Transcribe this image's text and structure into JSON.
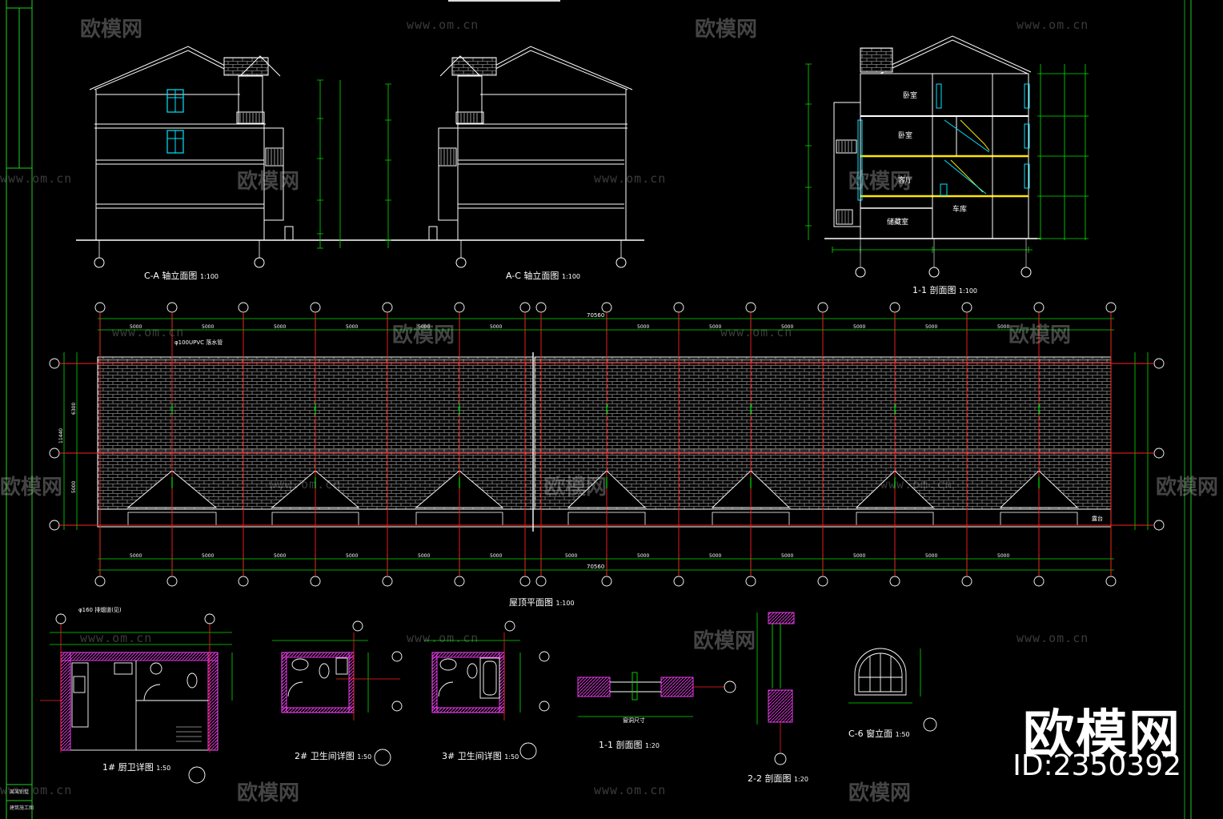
{
  "titles": {
    "elev_left": "C-A 轴立面图",
    "elev_left_scale": "1:100",
    "elev_right": "A-C 轴立面图",
    "elev_right_scale": "1:100",
    "section_1_1": "1-1 剖面图",
    "section_1_1_scale": "1:100",
    "roof_plan": "屋顶平面图",
    "roof_plan_scale": "1:100",
    "detail_kitchen": "1# 厨卫详图",
    "detail_kitchen_scale": "1:50",
    "detail_bath2": "2# 卫生间详图",
    "detail_bath2_scale": "1:50",
    "detail_bath3": "3# 卫生间详图",
    "detail_bath3_scale": "1:50",
    "window_section": "1-1 剖面图",
    "window_section_scale": "1:20",
    "section_2_2": "2-2 剖面图",
    "section_2_2_scale": "1:20",
    "window_c6": "C-6 窗立面",
    "window_c6_scale": "1:50"
  },
  "rooms": {
    "bedroom_top": "卧室",
    "bedroom_mid": "卧室",
    "living": "客厅",
    "storage": "储藏室",
    "garage": "车库"
  },
  "roof": {
    "total_length": "70560",
    "bay": "5000",
    "depth_total": "11440",
    "depth_a": "6300",
    "depth_b": "5000",
    "pipe_note": "φ100UPVC 落水管",
    "balcony": "露台"
  },
  "detail_notes": {
    "flue": "φ160 排烟道(见)",
    "label_window": "窗洞尺寸"
  },
  "brand": {
    "big": "欧模网",
    "id": "ID:2350392",
    "wm_name": "欧模网",
    "wm_url": "www.om.cn"
  },
  "title_block": {
    "line1": "某某别墅",
    "line2": "建筑施工图"
  },
  "colors": {
    "line": "#ffffff",
    "grid": "#00e000",
    "axis": "#ff2020",
    "cyan": "#00e5ff",
    "yellow": "#ffe600",
    "magenta": "#ff40ff",
    "brown": "#e06020"
  }
}
